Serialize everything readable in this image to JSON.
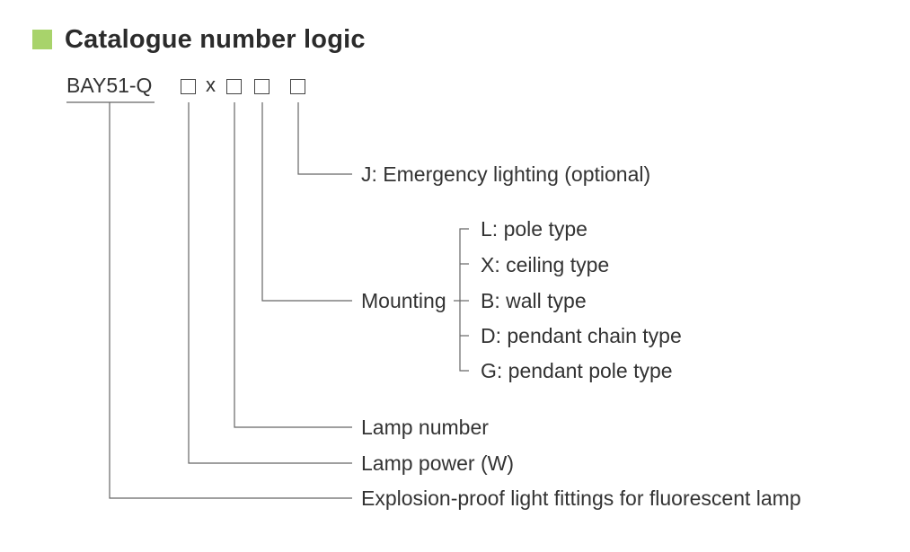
{
  "header": {
    "title": "Catalogue number logic",
    "accent_color": "#a8d36b"
  },
  "code": {
    "prefix": "BAY51-Q",
    "separator": "x"
  },
  "labels": {
    "emergency": "J: Emergency lighting (optional)",
    "mounting": "Mounting",
    "mounting_options": [
      "L: pole type",
      "X: ceiling type",
      "B: wall type",
      "D: pendant chain type",
      "G: pendant pole type"
    ],
    "lamp_number": "Lamp number",
    "lamp_power": "Lamp power (W)",
    "explosion_proof": "Explosion-proof light fittings for fluorescent lamp"
  },
  "line_color": "#666666"
}
